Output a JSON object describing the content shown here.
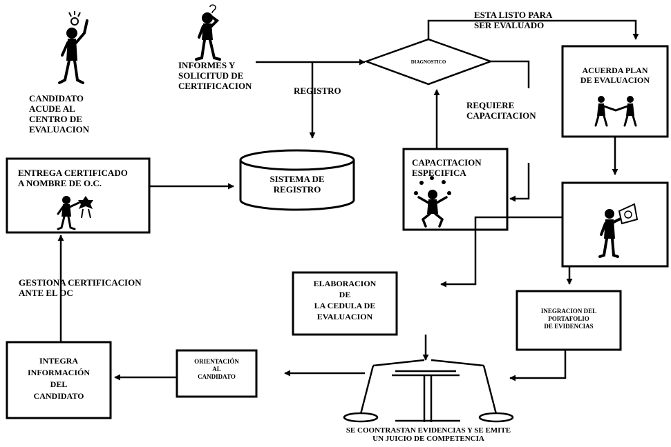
{
  "diagram": {
    "candidate_label": "CANDIDATO\nACUDE AL\nCENTRO DE\nEVALUACION",
    "reports_label": "INFORMES Y\nSOLICITUD DE\nCERTIFICACION",
    "registro_label": "REGISTRO",
    "diagnostico_label": "DIAGNOSTICO",
    "ready_label": "ESTA LISTO PARA\nSER EVALUADO",
    "requiere_label": "REQUIERE\nCAPACITACION",
    "acuerda_label": "ACUERDA PLAN\nDE EVALUACION",
    "entrega_label": "ENTREGA CERTIFICADO\nA NOMBRE DE O.C.",
    "sistema_label": "SISTEMA DE\nREGISTRO",
    "capacitacion_label": "CAPACITACION\nESPECIFICA",
    "elaboracion_label": "ELABORACION\nDE\nLA CEDULA DE\nEVALUACION",
    "integracion_label": "INEGRACION DEL\nPORTAFOLIO\nDE EVIDENCIAS",
    "gestiona_label": "GESTIONA CERTIFICACION\nANTE EL OC",
    "integra_label": "INTEGRA\nINFORMACIÓN\nDEL\nCANDIDATO",
    "orientacion_label": "ORIENTACIÓN\nAL\nCANDIDATO",
    "contrastan_label": "SE COONTRASTAN EVIDENCIAS Y SE EMITE\nUN JUICIO DE COMPETENCIA",
    "icons": [
      "idea-person-icon",
      "questioning-person-icon",
      "handshake-icon",
      "certificate-person-icon",
      "juggler-icon",
      "portfolio-person-icon",
      "balance-scale-icon"
    ]
  }
}
